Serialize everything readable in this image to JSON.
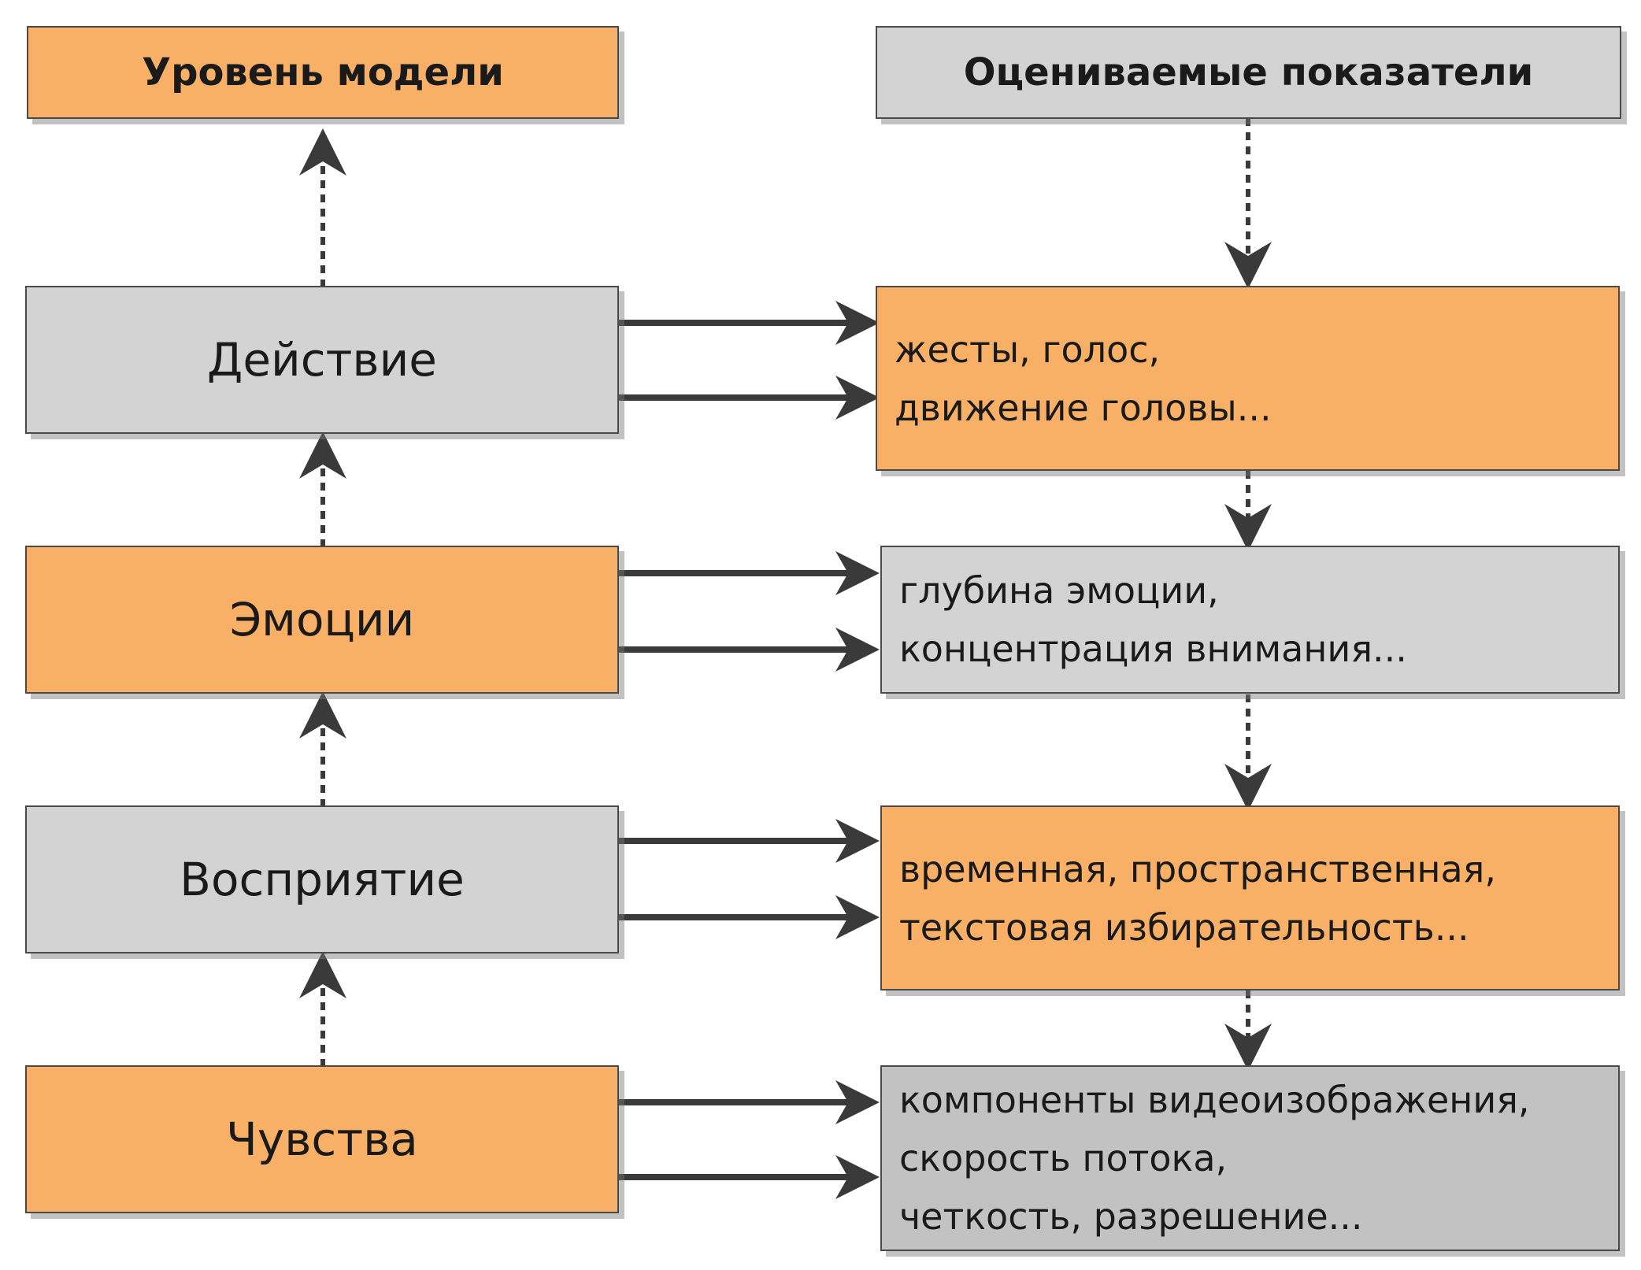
{
  "headers": {
    "level": "Уровень модели",
    "metrics": "Оцениваемые показатели"
  },
  "levels": [
    {
      "label": "Действие",
      "color": "#d3d3d3"
    },
    {
      "label": "Эмоции",
      "color": "#f8b067"
    },
    {
      "label": "Восприятие",
      "color": "#d3d3d3"
    },
    {
      "label": "Чувства",
      "color": "#f8b067"
    }
  ],
  "metrics": [
    {
      "lines": [
        "жесты, голос,",
        "движение головы..."
      ],
      "color": "#f8b067"
    },
    {
      "lines": [
        "глубина эмоции,",
        "концентрация внимания..."
      ],
      "color": "#d3d3d3"
    },
    {
      "lines": [
        "временная, пространственная,",
        "текстовая избирательность..."
      ],
      "color": "#f8b067"
    },
    {
      "lines": [
        "компоненты видеоизображения,",
        "скорость потока,",
        "четкость, разрешение..."
      ],
      "color": "#c2c2c2"
    }
  ],
  "colors": {
    "orange": "#f8b067",
    "gray": "#d3d3d3",
    "arrow": "#3a3a3a"
  }
}
